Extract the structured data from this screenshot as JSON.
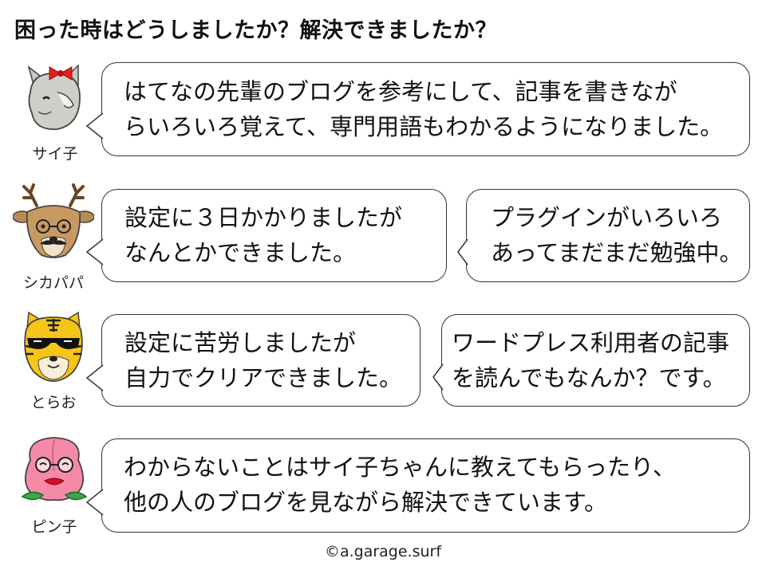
{
  "title": "困った時はどうしましたか？解決できましたか？",
  "rows": [
    {
      "name": "サイ子",
      "avatar_icon": "rhino-girl-icon",
      "bubbles": [
        "はてなの先輩のブログを参考にして、記事を書きなが\nらいろいろ覚えて、専門用語もわかるようになりました。"
      ]
    },
    {
      "name": "シカパパ",
      "avatar_icon": "deer-dad-icon",
      "bubbles": [
        "設定に３日かかりましたが\nなんとかできました。",
        "プラグインがいろいろ\nあってまだまだ勉強中。"
      ]
    },
    {
      "name": "とらお",
      "avatar_icon": "tiger-sunglasses-icon",
      "bubbles": [
        "設定に苦労しましたが\n自力でクリアできました。",
        "ワードプレス利用者の記事\nを読んでもなんか？です。"
      ]
    },
    {
      "name": "ピン子",
      "avatar_icon": "peach-girl-icon",
      "bubbles": [
        "わからないことはサイ子ちゃんに教えてもらったり、\n他の人のブログを見ながら解決できています。"
      ]
    }
  ],
  "footer": "©a.garage.surf"
}
